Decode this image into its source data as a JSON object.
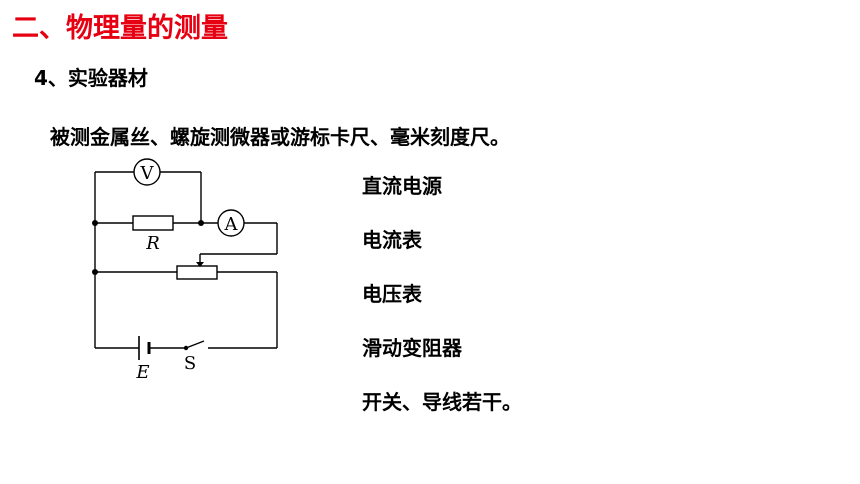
{
  "section_title": "二、物理量的测量",
  "subsection_title": "4、实验器材",
  "intro_text": "被测金属丝、螺旋测微器或游标卡尺、毫米刻度尺。",
  "equipment": [
    "直流电源",
    "电流表",
    "电压表",
    "滑动变阻器",
    "开关、导线若干。"
  ],
  "circuit_labels": {
    "voltmeter": "V",
    "ammeter": "A",
    "resistor": "R",
    "battery": "E",
    "switch": "S"
  },
  "colors": {
    "title": "#e60012",
    "text": "#000000",
    "circuit_line": "#000000"
  }
}
